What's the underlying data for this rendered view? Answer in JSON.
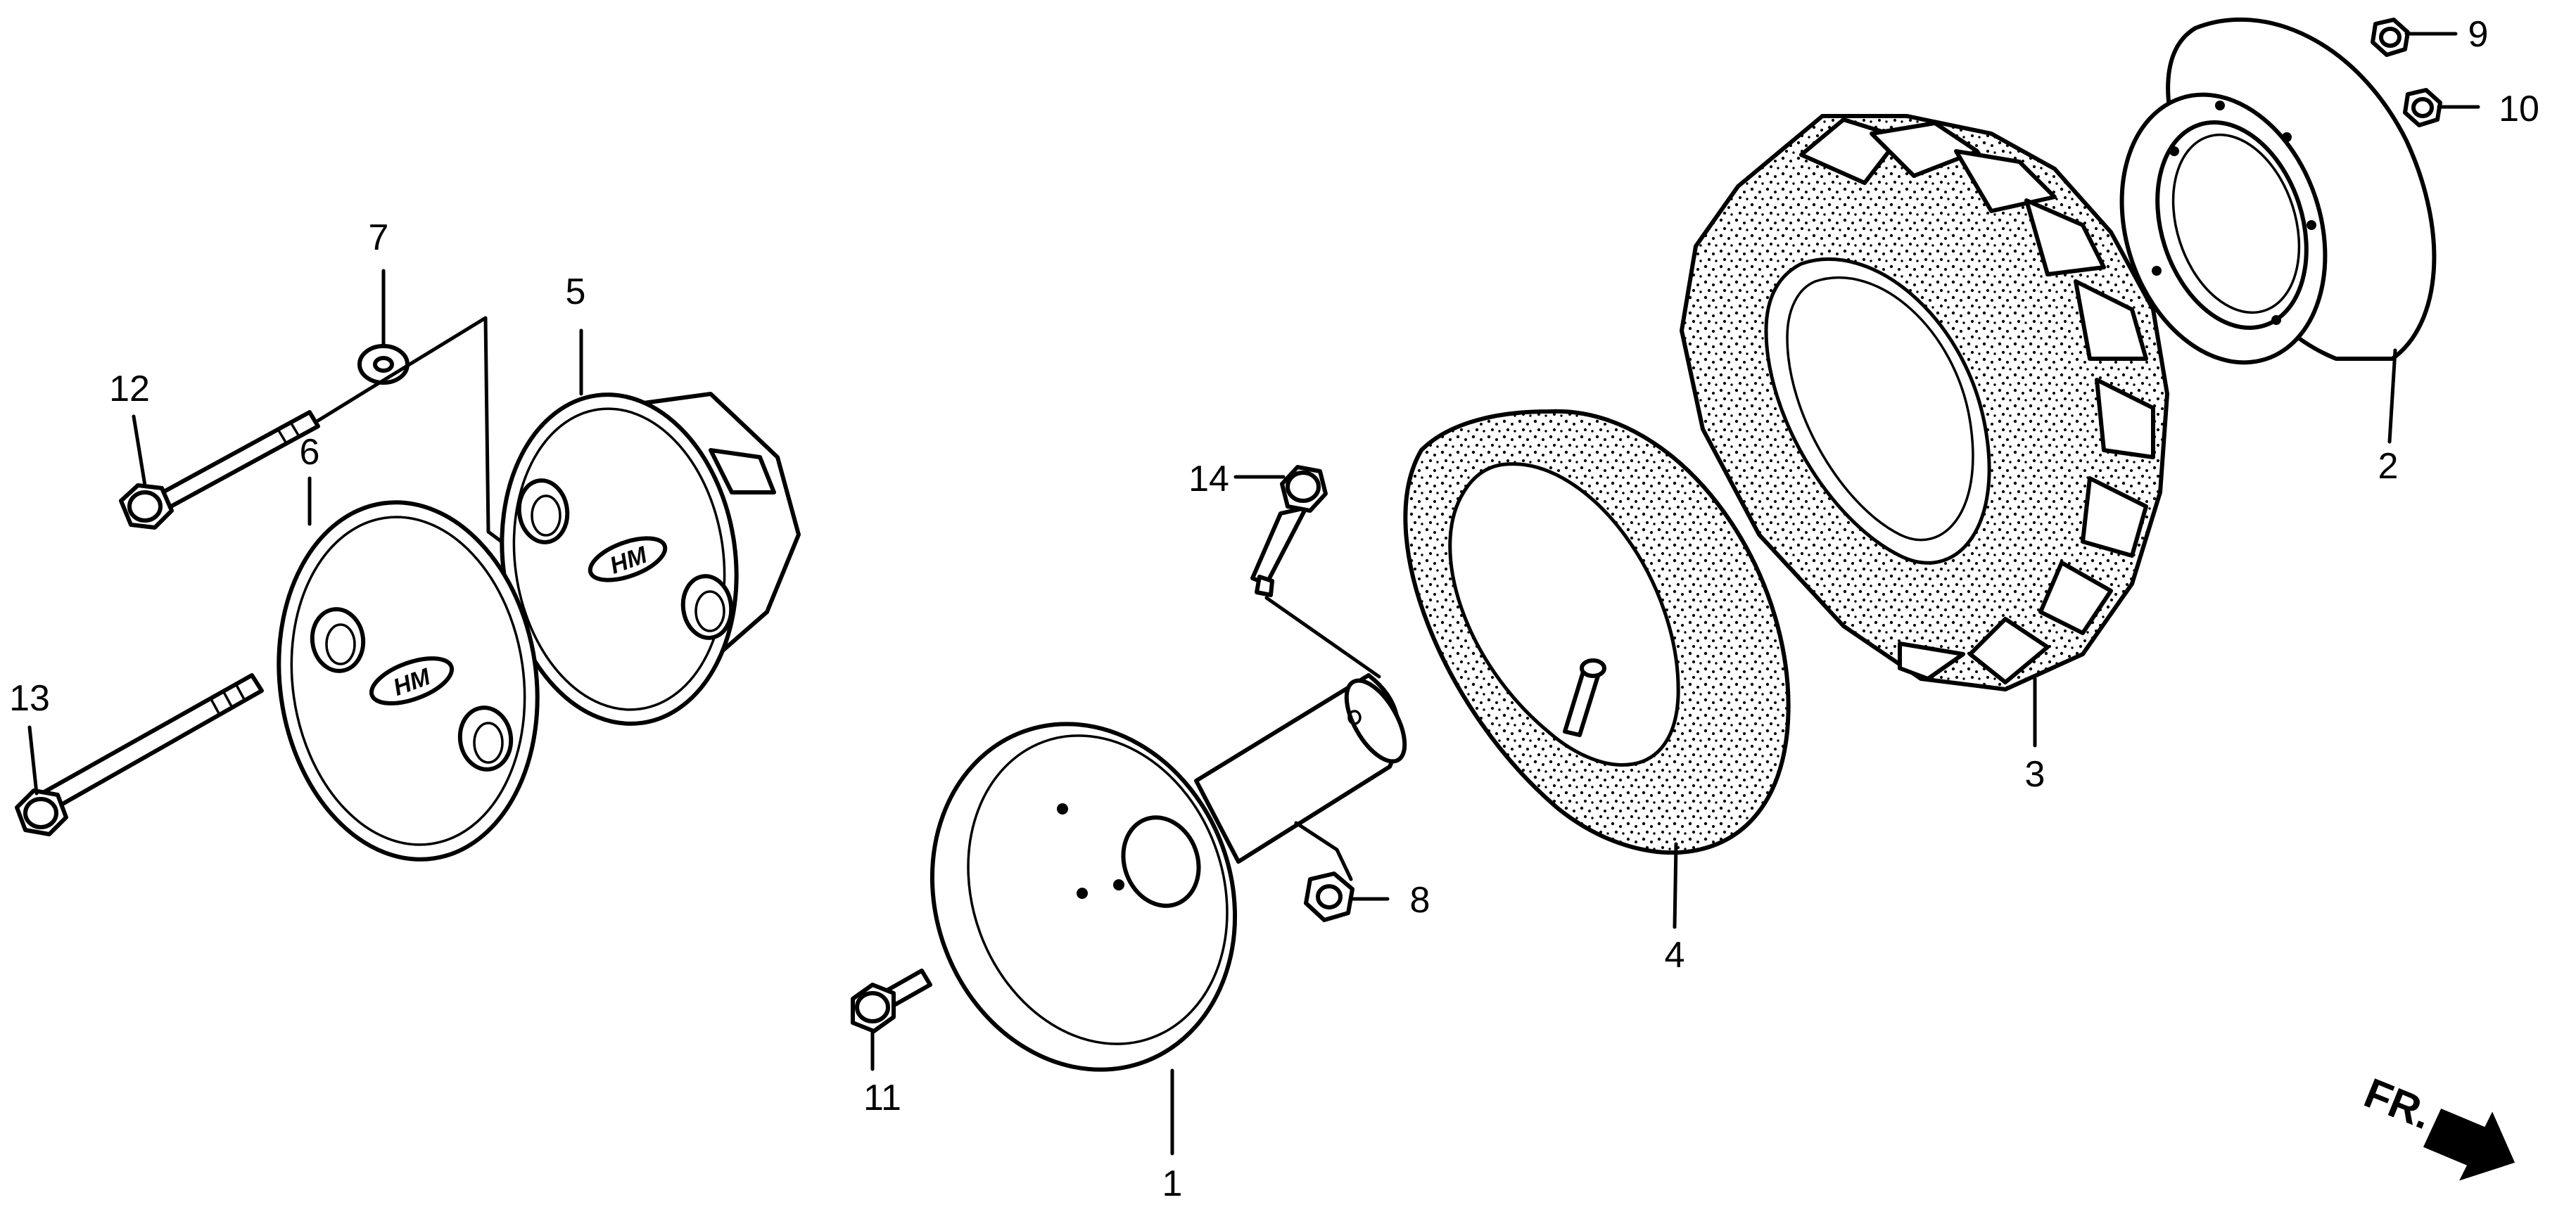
{
  "callouts": [
    "1",
    "2",
    "3",
    "4",
    "5",
    "6",
    "7",
    "8",
    "9",
    "10",
    "11",
    "12",
    "13",
    "14"
  ],
  "direction_label": "FR.",
  "cap_logo_text": "HM",
  "colors": {
    "ink": "#000000",
    "paper": "#ffffff"
  }
}
